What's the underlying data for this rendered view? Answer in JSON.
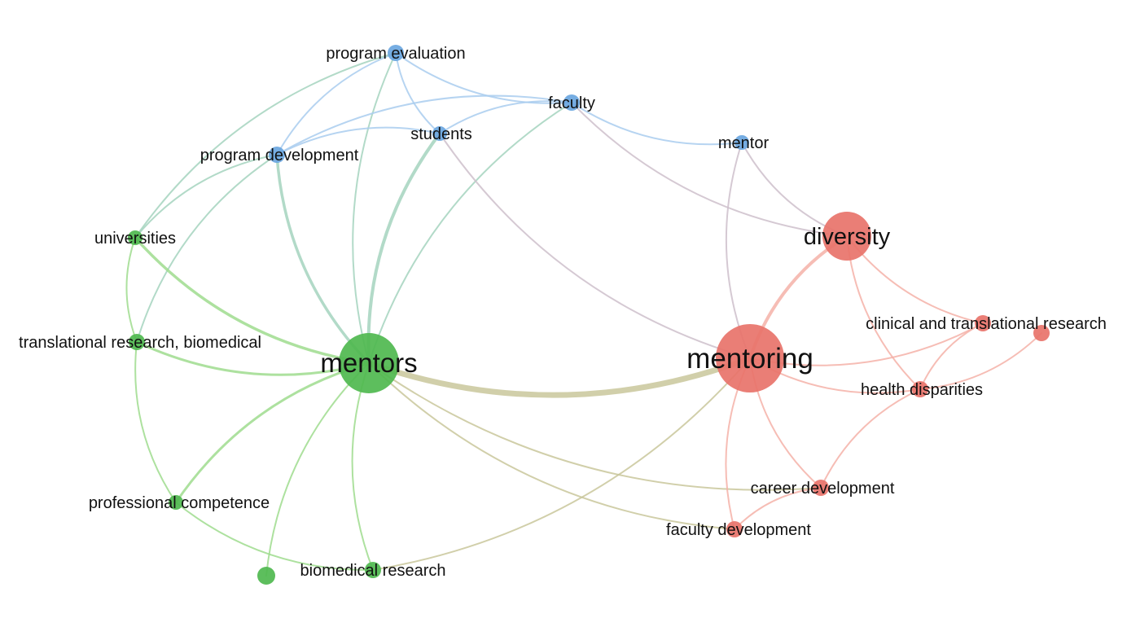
{
  "clusters": {
    "blue": {
      "node": "#6aa6e0",
      "edge": "#a9cdee"
    },
    "green": {
      "node": "#4fb84f",
      "edge": "#9fdc8e"
    },
    "red": {
      "node": "#e8736a",
      "edge": "#f4b2a8"
    }
  },
  "nodes": [
    {
      "id": "program-evaluation",
      "label": "program evaluation",
      "cluster": "blue"
    },
    {
      "id": "faculty",
      "label": "faculty",
      "cluster": "blue"
    },
    {
      "id": "students",
      "label": "students",
      "cluster": "blue"
    },
    {
      "id": "program-development",
      "label": "program development",
      "cluster": "blue"
    },
    {
      "id": "mentor",
      "label": "mentor",
      "cluster": "blue"
    },
    {
      "id": "universities",
      "label": "universities",
      "cluster": "green"
    },
    {
      "id": "translational-research-biomedical",
      "label": "translational research, biomedical",
      "cluster": "green"
    },
    {
      "id": "mentors",
      "label": "mentors",
      "cluster": "green"
    },
    {
      "id": "professional-competence",
      "label": "professional competence",
      "cluster": "green"
    },
    {
      "id": "unlabeled-green",
      "label": "",
      "cluster": "green"
    },
    {
      "id": "biomedical-research",
      "label": "biomedical research",
      "cluster": "green"
    },
    {
      "id": "diversity",
      "label": "diversity",
      "cluster": "red"
    },
    {
      "id": "mentoring",
      "label": "mentoring",
      "cluster": "red"
    },
    {
      "id": "clinical-and-translational-research",
      "label": "clinical and translational research",
      "cluster": "red"
    },
    {
      "id": "unlabeled-red",
      "label": "",
      "cluster": "red"
    },
    {
      "id": "health-disparities",
      "label": "health disparities",
      "cluster": "red"
    },
    {
      "id": "career-development",
      "label": "career development",
      "cluster": "red"
    },
    {
      "id": "faculty-development",
      "label": "faculty development",
      "cluster": "red"
    }
  ],
  "edges": [
    [
      "program-evaluation",
      "faculty"
    ],
    [
      "program-evaluation",
      "students"
    ],
    [
      "program-evaluation",
      "program-development"
    ],
    [
      "program-evaluation",
      "mentors"
    ],
    [
      "program-evaluation",
      "universities"
    ],
    [
      "faculty",
      "students"
    ],
    [
      "faculty",
      "program-development"
    ],
    [
      "faculty",
      "mentor"
    ],
    [
      "faculty",
      "mentors"
    ],
    [
      "faculty",
      "diversity"
    ],
    [
      "students",
      "program-development"
    ],
    [
      "students",
      "mentors"
    ],
    [
      "students",
      "mentoring"
    ],
    [
      "program-development",
      "mentors"
    ],
    [
      "program-development",
      "universities"
    ],
    [
      "program-development",
      "translational-research-biomedical"
    ],
    [
      "mentor",
      "diversity"
    ],
    [
      "mentor",
      "mentoring"
    ],
    [
      "universities",
      "mentors"
    ],
    [
      "universities",
      "translational-research-biomedical"
    ],
    [
      "translational-research-biomedical",
      "mentors"
    ],
    [
      "translational-research-biomedical",
      "professional-competence"
    ],
    [
      "mentors",
      "professional-competence"
    ],
    [
      "mentors",
      "biomedical-research"
    ],
    [
      "mentors",
      "unlabeled-green"
    ],
    [
      "mentors",
      "mentoring"
    ],
    [
      "mentors",
      "career-development"
    ],
    [
      "mentors",
      "faculty-development"
    ],
    [
      "professional-competence",
      "biomedical-research"
    ],
    [
      "biomedical-research",
      "mentoring"
    ],
    [
      "diversity",
      "mentoring"
    ],
    [
      "diversity",
      "clinical-and-translational-research"
    ],
    [
      "diversity",
      "health-disparities"
    ],
    [
      "mentoring",
      "clinical-and-translational-research"
    ],
    [
      "mentoring",
      "health-disparities"
    ],
    [
      "mentoring",
      "career-development"
    ],
    [
      "mentoring",
      "faculty-development"
    ],
    [
      "clinical-and-translational-research",
      "health-disparities"
    ],
    [
      "health-disparities",
      "career-development"
    ],
    [
      "health-disparities",
      "unlabeled-red"
    ],
    [
      "career-development",
      "faculty-development"
    ]
  ]
}
